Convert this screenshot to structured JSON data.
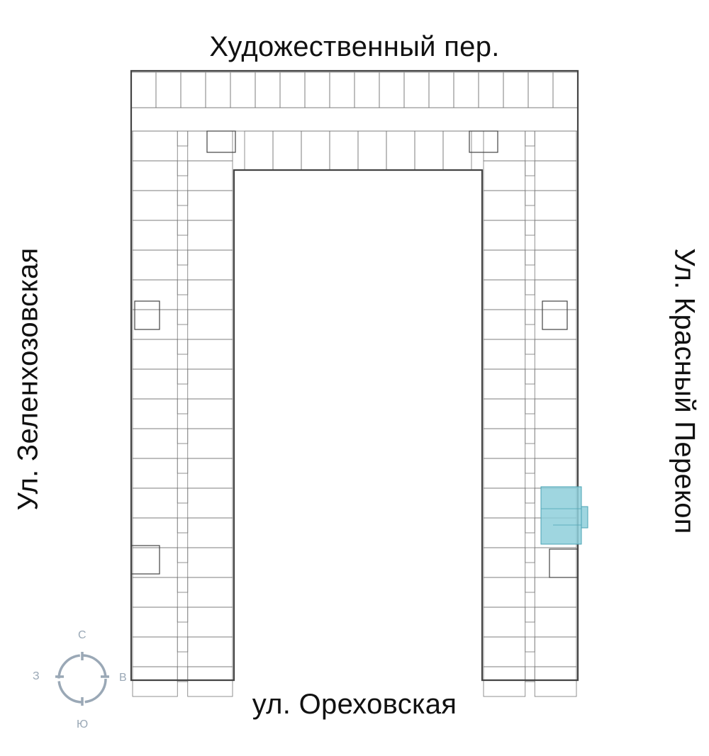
{
  "streets": {
    "north": "Художественный пер.",
    "west": "Ул. Зеленхозовская",
    "east": "Ул. Красный Перекоп",
    "south": "ул. Ореховская"
  },
  "compass": {
    "north": "С",
    "east": "В",
    "south": "Ю",
    "west": "З"
  },
  "colors": {
    "highlight": "#8ecfda",
    "walls": "#555555",
    "compass": "#9aa8b6"
  }
}
